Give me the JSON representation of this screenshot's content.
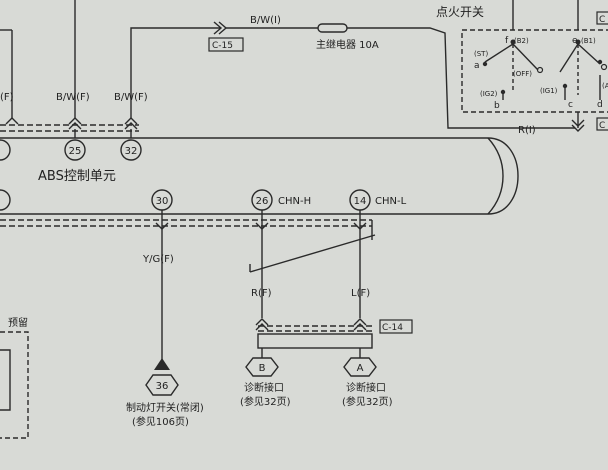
{
  "colors": {
    "paper": "#d8dad6",
    "ink": "#2a2a2a"
  },
  "header": {
    "ignition_switch": "点火开关"
  },
  "fuse": {
    "label": "主继电器 10A"
  },
  "connectors": {
    "c15": "C-15",
    "c14": "C-14",
    "c_right_top": "C",
    "c_right_bottom": "C"
  },
  "wires": {
    "top_bw": "B/W(I)",
    "left_f": "(F)",
    "bw_25": "B/W(F)",
    "bw_32": "B/W(F)",
    "r_i": "R(I)",
    "yg": "Y/G(F)",
    "rf": "R(F)",
    "lf": "L(F)"
  },
  "abs_unit": {
    "title": "ABS控制单元"
  },
  "pins": {
    "p25": "25",
    "p32": "32",
    "p30": "30",
    "p26": "26",
    "p14": "14",
    "chn_h": "CHN-H",
    "chn_l": "CHN-L"
  },
  "switch_labels": {
    "st": "(ST)",
    "b2": "(B2)",
    "b1": "(B1)",
    "off": "(OFF)",
    "ig2": "(IG2)",
    "ig1": "(IG1)",
    "a_right": "(A",
    "a": "a",
    "b": "b",
    "c": "c",
    "d": "d",
    "e": "e",
    "f": "f"
  },
  "reserved": {
    "label": "预留"
  },
  "brake": {
    "number": "36",
    "name": "制动灯开关(常闭)",
    "ref": "(参见106页)"
  },
  "diag_b": {
    "letter": "B",
    "name": "诊断接口",
    "ref": "(参见32页)"
  },
  "diag_a": {
    "letter": "A",
    "name": "诊断接口",
    "ref": "(参见32页)"
  }
}
